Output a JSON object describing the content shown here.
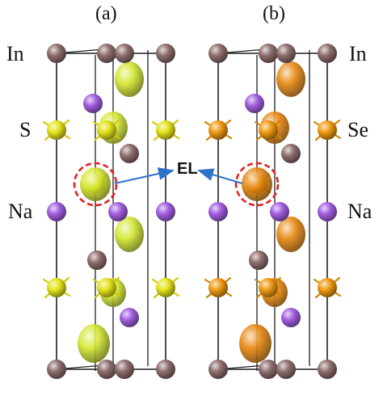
{
  "panels": {
    "a": {
      "label": "(a)",
      "chalcogen_color": "#e3e31a",
      "isosurface_color": "#d3e62c"
    },
    "b": {
      "label": "(b)",
      "chalcogen_color": "#ef9a12",
      "isosurface_color": "#e7860c"
    }
  },
  "labels": {
    "indium": "In",
    "sulfur": "S",
    "selenium": "Se",
    "sodium_left": "Na",
    "sodium_right": "Na",
    "electride": "EL"
  },
  "colors": {
    "indium_atom": "#8e6d6d",
    "sodium_atom": "#a35ee0",
    "bond_line": "#1f1f1f",
    "el_arrow": "#2f72c9",
    "el_marker": "#e32020"
  },
  "icons": [
    "atom-sphere",
    "dashed-circle-marker",
    "arrow-icon"
  ]
}
